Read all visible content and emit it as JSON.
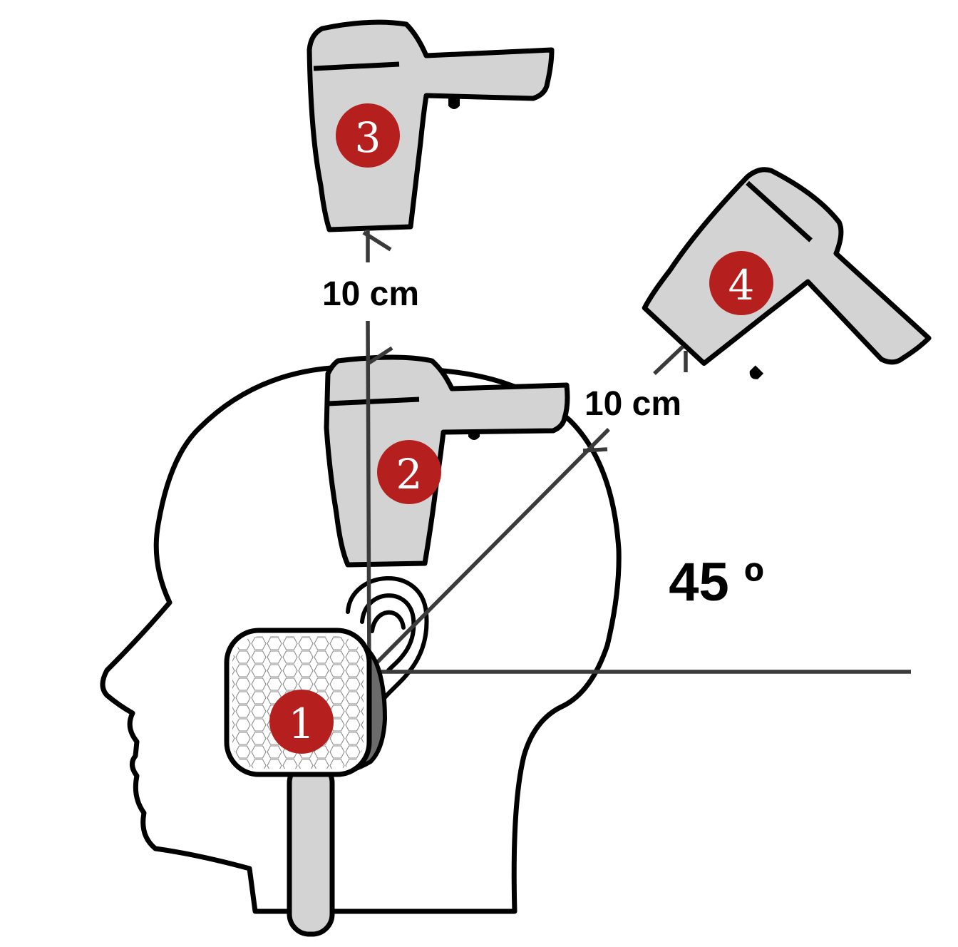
{
  "labels": {
    "distance_top": "10 cm",
    "distance_diag": "10 cm",
    "angle": "45 º"
  },
  "markers": [
    {
      "number": "1",
      "meaning": "hair-brush"
    },
    {
      "number": "2",
      "meaning": "dryer-position-2"
    },
    {
      "number": "3",
      "meaning": "dryer-position-3"
    },
    {
      "number": "4",
      "meaning": "dryer-position-4"
    }
  ],
  "colors": {
    "badge": "#b5201e",
    "device_fill": "#d3d3d3",
    "outline": "#000000",
    "guide_line": "#3a3a3a",
    "brush_side": "#6b6b6b"
  }
}
